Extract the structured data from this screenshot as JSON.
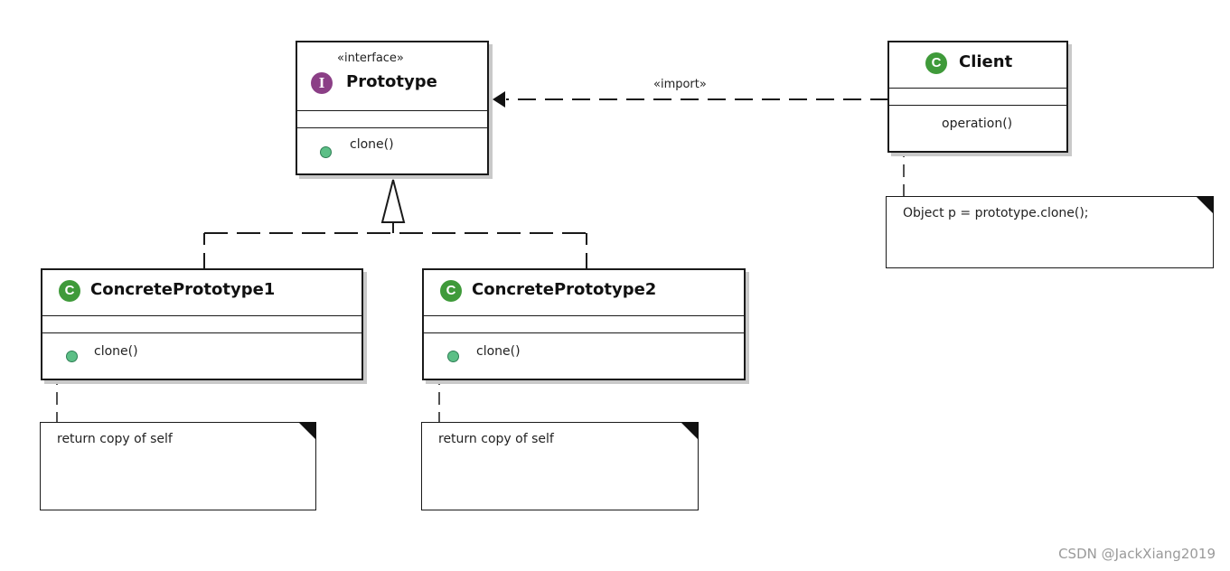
{
  "interface": {
    "stereotype": "«interface»",
    "badge": "I",
    "name": "Prototype",
    "operation": "clone()"
  },
  "client": {
    "badge": "C",
    "name": "Client",
    "operation": "operation()",
    "note": "Object p = prototype.clone();"
  },
  "concrete": [
    {
      "badge": "C",
      "name": "ConcretePrototype1",
      "operation": "clone()",
      "note": "return copy of self"
    },
    {
      "badge": "C",
      "name": "ConcretePrototype2",
      "operation": "clone()",
      "note": "return copy of self"
    }
  ],
  "import_label": "«import»",
  "watermark": "CSDN @JackXiang2019",
  "colors": {
    "class_badge": "#3f9a3a",
    "interface_badge": "#8b3f86",
    "public_dot": "#5cbf86",
    "protected_triangle": "#c9a24a"
  }
}
